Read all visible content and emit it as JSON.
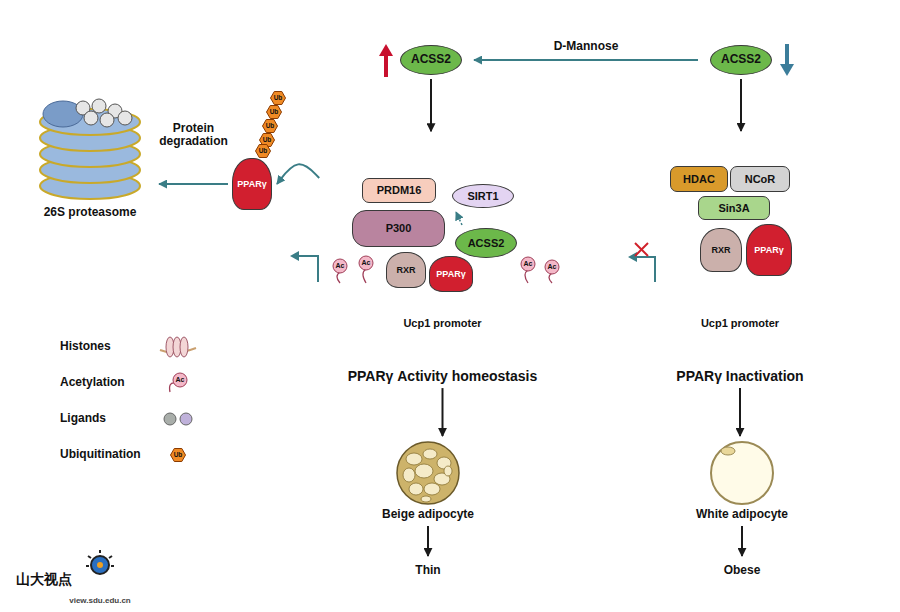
{
  "diagram": {
    "nodes": [
      {
        "text": [
          "ACSS2"
        ]
      },
      {
        "text": [
          "ACSS2"
        ]
      },
      {
        "text": [
          "26S proteasome"
        ]
      },
      {
        "text": [
          "PPARγ"
        ]
      },
      {
        "text": [
          "Ucp1 promoter",
          "PPARγ Activity homeostasis"
        ]
      },
      {
        "text": [
          "PRDM16"
        ],
        "in": 4
      },
      {
        "text": [
          "SIRT1"
        ],
        "in": 4
      },
      {
        "text": [
          "P300"
        ],
        "in": 4
      },
      {
        "text": [
          "RXR"
        ],
        "in": 4
      },
      {
        "text": [
          "PPARγ"
        ],
        "in": 4
      },
      {
        "text": [
          "ACSS2"
        ],
        "in": 4
      },
      {
        "text": [
          "Ucp1 promoter",
          "PPARγ Inactivation"
        ]
      },
      {
        "text": [
          "HDAC"
        ],
        "in": 11
      },
      {
        "text": [
          "NCoR"
        ],
        "in": 11
      },
      {
        "text": [
          "Sin3A"
        ],
        "in": 11
      },
      {
        "text": [
          "RXR"
        ],
        "in": 11
      },
      {
        "text": [
          "PPARγ"
        ],
        "in": 11
      },
      {
        "text": [
          "Beige adipocyte"
        ]
      },
      {
        "text": [
          "White adipocyte"
        ]
      },
      {
        "text": [
          "Thin"
        ]
      },
      {
        "text": [
          "Obese"
        ]
      }
    ],
    "edges": [
      {
        "from": 1,
        "to": 0,
        "label": "D-Mannose",
        "arrow": "to"
      },
      {
        "from": 1,
        "to": 11,
        "arrow": "to"
      },
      {
        "from": 0,
        "to": 4,
        "arrow": "to"
      },
      {
        "from": 4,
        "to": 3,
        "arrow": "to"
      },
      {
        "from": 3,
        "to": 2,
        "label": "Protein degradation",
        "arrow": "to"
      },
      {
        "from": 10,
        "to": 6,
        "arrow": "to"
      },
      {
        "from": 4,
        "to": 17,
        "arrow": "to"
      },
      {
        "from": 17,
        "to": 19,
        "arrow": "to"
      },
      {
        "from": 11,
        "to": 18,
        "arrow": "to"
      },
      {
        "from": 18,
        "to": 20,
        "arrow": "to"
      }
    ],
    "labels": [
      "Ac",
      "Ac",
      "Ac",
      "Ac",
      "Ac",
      "Ub",
      "Ub",
      "Ub",
      "Ub",
      "Ub",
      "Ub",
      "山大视点",
      "view.sdu.edu.cn"
    ],
    "legend": [
      {
        "text": "Histones"
      },
      {
        "text": "Acetylation"
      },
      {
        "text": "Ligands"
      },
      {
        "text": "Ubiquitination"
      }
    ]
  }
}
